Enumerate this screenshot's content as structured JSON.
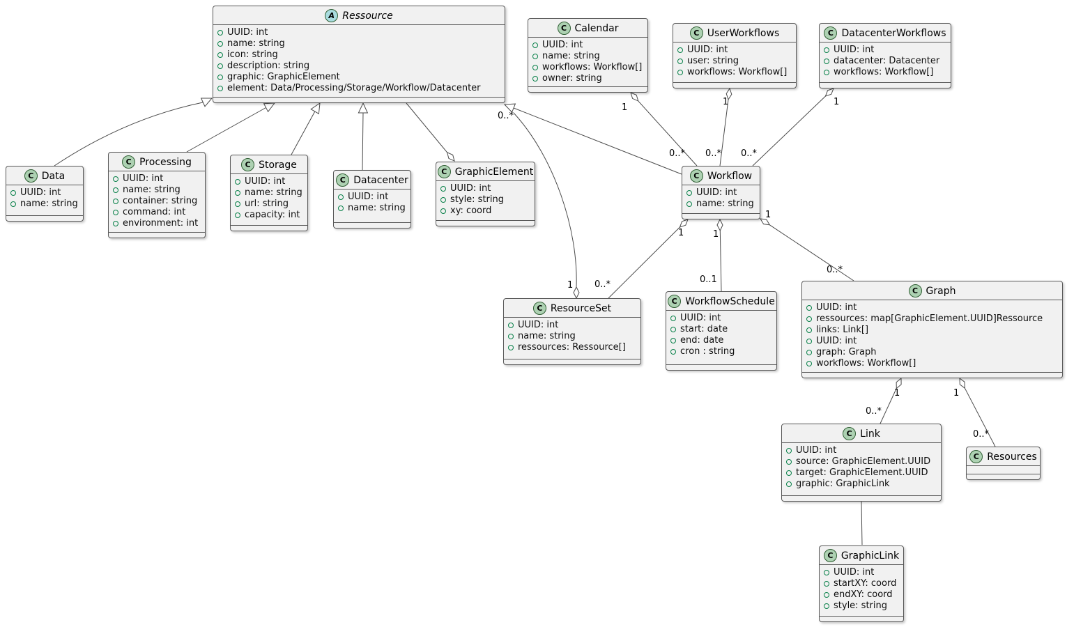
{
  "diagram": {
    "type": "uml-class-diagram",
    "background": "#ffffff"
  },
  "colors": {
    "box_background": "#f1f1f1",
    "box_border": "#585858",
    "class_icon_background": "#ADD1B2",
    "abstract_icon_background": "#A9DCDF",
    "attribute_icon": "#078048",
    "edge": "#4a4a4a"
  },
  "classes": [
    {
      "id": "ressource",
      "name": "Ressource",
      "kind": "abstract",
      "icon_letter": "A",
      "attributes": [
        "UUID: int",
        "name: string",
        "icon: string",
        "description: string",
        "graphic: GraphicElement",
        "element: Data/Processing/Storage/Workflow/Datacenter"
      ]
    },
    {
      "id": "calendar",
      "name": "Calendar",
      "kind": "class",
      "icon_letter": "C",
      "attributes": [
        "UUID: int",
        "name: string",
        "workflows: Workflow[]",
        "owner: string"
      ]
    },
    {
      "id": "user_workflows",
      "name": "UserWorkflows",
      "kind": "class",
      "icon_letter": "C",
      "attributes": [
        "UUID: int",
        "user: string",
        "workflows: Workflow[]"
      ]
    },
    {
      "id": "datacenter_workflows",
      "name": "DatacenterWorkflows",
      "kind": "class",
      "icon_letter": "C",
      "attributes": [
        "UUID: int",
        "datacenter: Datacenter",
        "workflows: Workflow[]"
      ]
    },
    {
      "id": "data",
      "name": "Data",
      "kind": "class",
      "icon_letter": "C",
      "attributes": [
        "UUID: int",
        "name: string"
      ]
    },
    {
      "id": "processing",
      "name": "Processing",
      "kind": "class",
      "icon_letter": "C",
      "attributes": [
        "UUID: int",
        "name: string",
        "container: string",
        "command: int",
        "environment: int"
      ]
    },
    {
      "id": "storage",
      "name": "Storage",
      "kind": "class",
      "icon_letter": "C",
      "attributes": [
        "UUID: int",
        "name: string",
        "url: string",
        "capacity: int"
      ]
    },
    {
      "id": "datacenter",
      "name": "Datacenter",
      "kind": "class",
      "icon_letter": "C",
      "attributes": [
        "UUID: int",
        "name: string"
      ]
    },
    {
      "id": "graphic_element",
      "name": "GraphicElement",
      "kind": "class",
      "icon_letter": "C",
      "attributes": [
        "UUID: int",
        "style: string",
        "xy: coord"
      ]
    },
    {
      "id": "workflow",
      "name": "Workflow",
      "kind": "class",
      "icon_letter": "C",
      "attributes": [
        "UUID: int",
        "name: string"
      ]
    },
    {
      "id": "resource_set",
      "name": "ResourceSet",
      "kind": "class",
      "icon_letter": "C",
      "attributes": [
        "UUID: int",
        "name: string",
        "ressources: Ressource[]"
      ]
    },
    {
      "id": "workflow_schedule",
      "name": "WorkflowSchedule",
      "kind": "class",
      "icon_letter": "C",
      "attributes": [
        "UUID: int",
        "start: date",
        "end: date",
        "cron : string"
      ]
    },
    {
      "id": "graph",
      "name": "Graph",
      "kind": "class",
      "icon_letter": "C",
      "attributes": [
        "UUID: int",
        "ressources: map[GraphicElement.UUID]Ressource",
        "links: Link[]",
        "UUID: int",
        "graph: Graph",
        "workflows: Workflow[]"
      ]
    },
    {
      "id": "link",
      "name": "Link",
      "kind": "class",
      "icon_letter": "C",
      "attributes": [
        "UUID: int",
        "source: GraphicElement.UUID",
        "target: GraphicElement.UUID",
        "graphic: GraphicLink"
      ]
    },
    {
      "id": "resources",
      "name": "Resources",
      "kind": "class",
      "icon_letter": "C",
      "attributes": []
    },
    {
      "id": "graphic_link",
      "name": "GraphicLink",
      "kind": "class",
      "icon_letter": "C",
      "attributes": [
        "UUID: int",
        "startXY: coord",
        "endXY: coord",
        "style: string"
      ]
    }
  ],
  "relationships": [
    {
      "id": "data_extends_ressource",
      "type": "generalization",
      "from": "Data",
      "to": "Ressource",
      "labels": {}
    },
    {
      "id": "processing_extends_ressource",
      "type": "generalization",
      "from": "Processing",
      "to": "Ressource",
      "labels": {}
    },
    {
      "id": "storage_extends_ressource",
      "type": "generalization",
      "from": "Storage",
      "to": "Ressource",
      "labels": {}
    },
    {
      "id": "datacenter_extends_ressource",
      "type": "generalization",
      "from": "Datacenter",
      "to": "Ressource",
      "labels": {}
    },
    {
      "id": "workflow_extends_ressource",
      "type": "generalization",
      "from": "Workflow",
      "to": "Ressource",
      "labels": {}
    },
    {
      "id": "graphicelement_aggregates_ressource",
      "type": "aggregation",
      "from": "Ressource",
      "to": "GraphicElement",
      "labels": {}
    },
    {
      "id": "resourceset_aggregates_ressource",
      "type": "aggregation",
      "from": "Ressource",
      "to": "ResourceSet",
      "labels": {
        "near_diamond": "1",
        "far_end": "0..*"
      }
    },
    {
      "id": "calendar_aggregates_workflow",
      "type": "aggregation",
      "from": "Workflow",
      "to": "Calendar",
      "labels": {
        "near_diamond": "1",
        "far_end": "0..*"
      }
    },
    {
      "id": "userworkflows_aggregates_workflow",
      "type": "aggregation",
      "from": "Workflow",
      "to": "UserWorkflows",
      "labels": {
        "near_diamond": "1",
        "far_end": "0..*"
      }
    },
    {
      "id": "datacenterworkflows_aggregates_workflow",
      "type": "aggregation",
      "from": "Workflow",
      "to": "DatacenterWorkflows",
      "labels": {
        "near_diamond": "1",
        "far_end": "0..*"
      }
    },
    {
      "id": "workflow_aggregates_resourceset",
      "type": "aggregation",
      "from": "ResourceSet",
      "to": "Workflow",
      "labels": {
        "near_diamond": "1",
        "far_end": "0..*"
      }
    },
    {
      "id": "workflow_aggregates_workflowschedule",
      "type": "aggregation",
      "from": "WorkflowSchedule",
      "to": "Workflow",
      "labels": {
        "near_diamond": "1",
        "far_end": "0..1"
      }
    },
    {
      "id": "workflow_aggregates_graph",
      "type": "aggregation",
      "from": "Graph",
      "to": "Workflow",
      "labels": {
        "near_diamond": "1",
        "far_end": "0..*"
      }
    },
    {
      "id": "graph_aggregates_link",
      "type": "aggregation",
      "from": "Link",
      "to": "Graph",
      "labels": {
        "near_diamond": "1",
        "far_end": "0..*"
      }
    },
    {
      "id": "graph_aggregates_resources",
      "type": "aggregation",
      "from": "Resources",
      "to": "Graph",
      "labels": {
        "near_diamond": "1",
        "far_end": "0..*"
      }
    },
    {
      "id": "link_to_graphiclink",
      "type": "association",
      "from": "Link",
      "to": "GraphicLink",
      "labels": {}
    }
  ]
}
